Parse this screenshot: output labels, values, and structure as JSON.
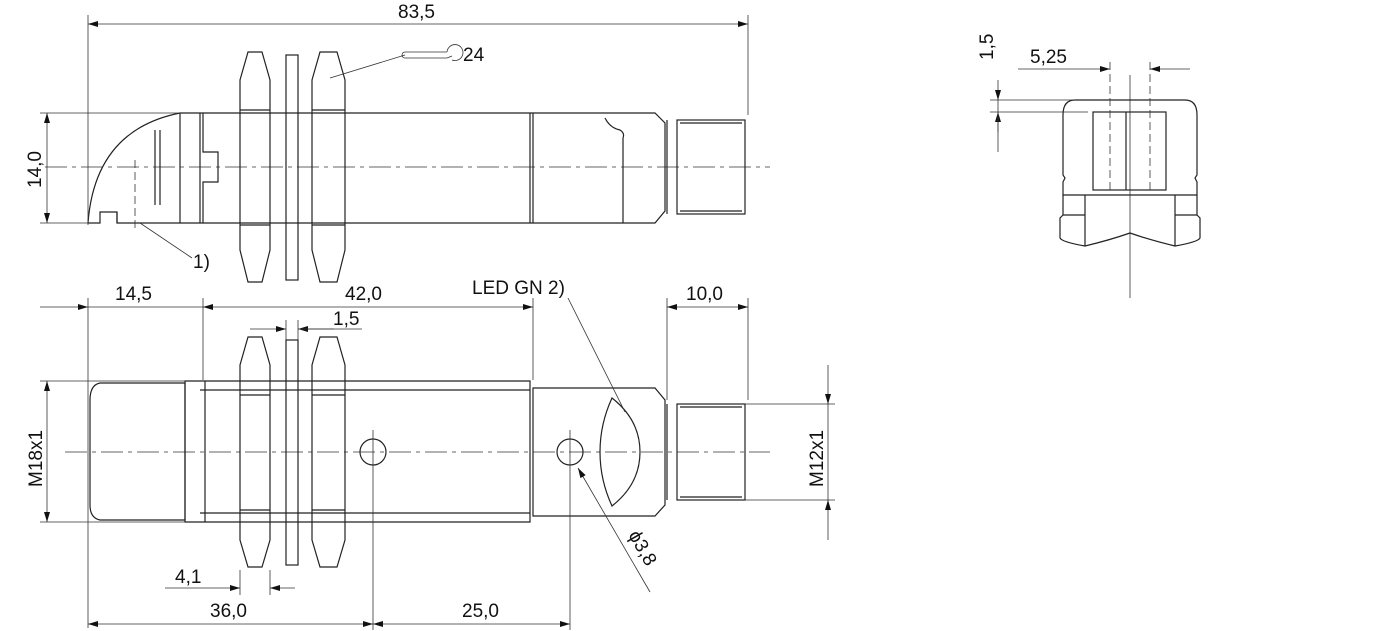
{
  "drawing": {
    "front_view": {
      "overall_length": "83,5",
      "wrench_size": "24",
      "height": "14,0",
      "note_1": "1)"
    },
    "bottom_view": {
      "dim_front": "14,5",
      "dim_body": "42,0",
      "led_label": "LED GN 2)",
      "dim_connector": "10,0",
      "dim_washer": "1,5",
      "thread_body": "M18x1",
      "thread_connector": "M12x1",
      "hole_diameter": "ϕ3,8",
      "dim_nut": "4,1",
      "dim_hole1": "36,0",
      "dim_hole_spacing": "25,0"
    },
    "side_view": {
      "dim_offset": "1,5",
      "dim_width": "5,25"
    }
  }
}
